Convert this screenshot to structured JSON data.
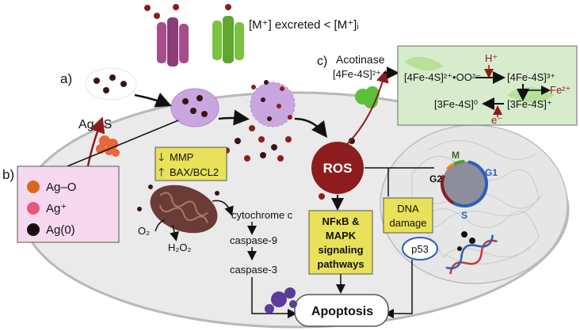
{
  "header": {
    "excreted": "[M⁺] excreted < [M⁺]ᵢ"
  },
  "panel_labels": {
    "a": "a)",
    "b": "b)",
    "c": "c)"
  },
  "ag_s": "Ag –S",
  "legend": {
    "items": [
      {
        "label": "Ag–O",
        "color": "#d9681f"
      },
      {
        "label": "Ag⁺",
        "color": "#e8577c"
      },
      {
        "label": "Ag(0)",
        "color": "#1a0d0d"
      }
    ]
  },
  "acotinase": {
    "name": "Acotinase",
    "cluster": "[4Fe-4S]²⁺"
  },
  "cycle": {
    "top_left": "[4Fe-4S]²⁺•OO²⁻",
    "top_right": "[4Fe-4S]³⁺",
    "proton": "H⁺",
    "iron": "Fe²⁺",
    "bottom_left": "[3Fe-4S]⁰",
    "bottom_right": "[3Fe-4S]⁺",
    "electron": "e⁻"
  },
  "mito_box": {
    "line1": "MMP",
    "line2": "BAX/BCL2"
  },
  "ros": "ROS",
  "mito_species": {
    "o2": "O₂",
    "h2o2": "H₂O₂"
  },
  "cascade": [
    "cytochrome c",
    "caspase-9",
    "caspase-3"
  ],
  "nfkb_box": [
    "NFκB &",
    "MAPK",
    "signaling",
    "pathways"
  ],
  "dna_box": [
    "DNA",
    "damage"
  ],
  "p53": "p53",
  "cell_cycle": {
    "g1": "G1",
    "g2": "G2",
    "m": "M",
    "s": "S"
  },
  "apoptosis": "Apoptosis",
  "colors": {
    "cell_fill": "#eaeaea",
    "ros": "#8e1c1c",
    "yellow_box": "#e8e159",
    "green_box": "#d7eccc",
    "legend_box": "#f6d9ee",
    "vesicle": "#c9a6e0",
    "mitochondria": "#6b3b36",
    "arrow_red": "#8e1c1c"
  }
}
